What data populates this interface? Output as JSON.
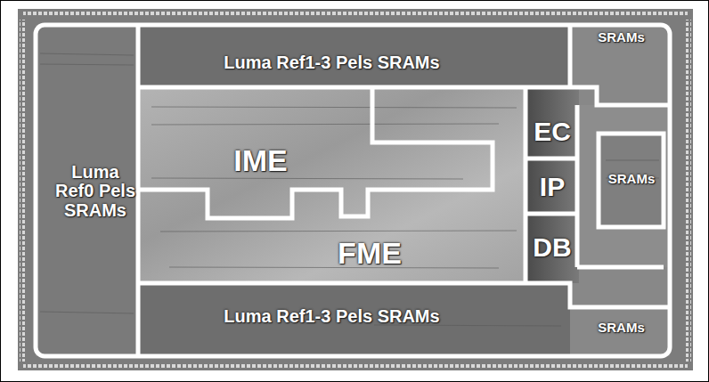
{
  "diagram": {
    "nodes": [
      {
        "text": [
          "Luma Ref0 Pels SRAMs"
        ]
      },
      {
        "text": [
          "Luma Ref1-3 Pels SRAMs"
        ]
      },
      {
        "text": [
          "SRAMs"
        ]
      },
      {
        "text": [
          "IME"
        ]
      },
      {
        "text": [
          "EC"
        ]
      },
      {
        "text": [
          "IP"
        ]
      },
      {
        "text": [
          "SRAMs"
        ]
      },
      {
        "text": [
          "FME"
        ]
      },
      {
        "text": [
          "DB"
        ]
      },
      {
        "text": [
          "Luma Ref1-3 Pels SRAMs"
        ]
      },
      {
        "text": [
          "SRAMs"
        ]
      }
    ]
  }
}
